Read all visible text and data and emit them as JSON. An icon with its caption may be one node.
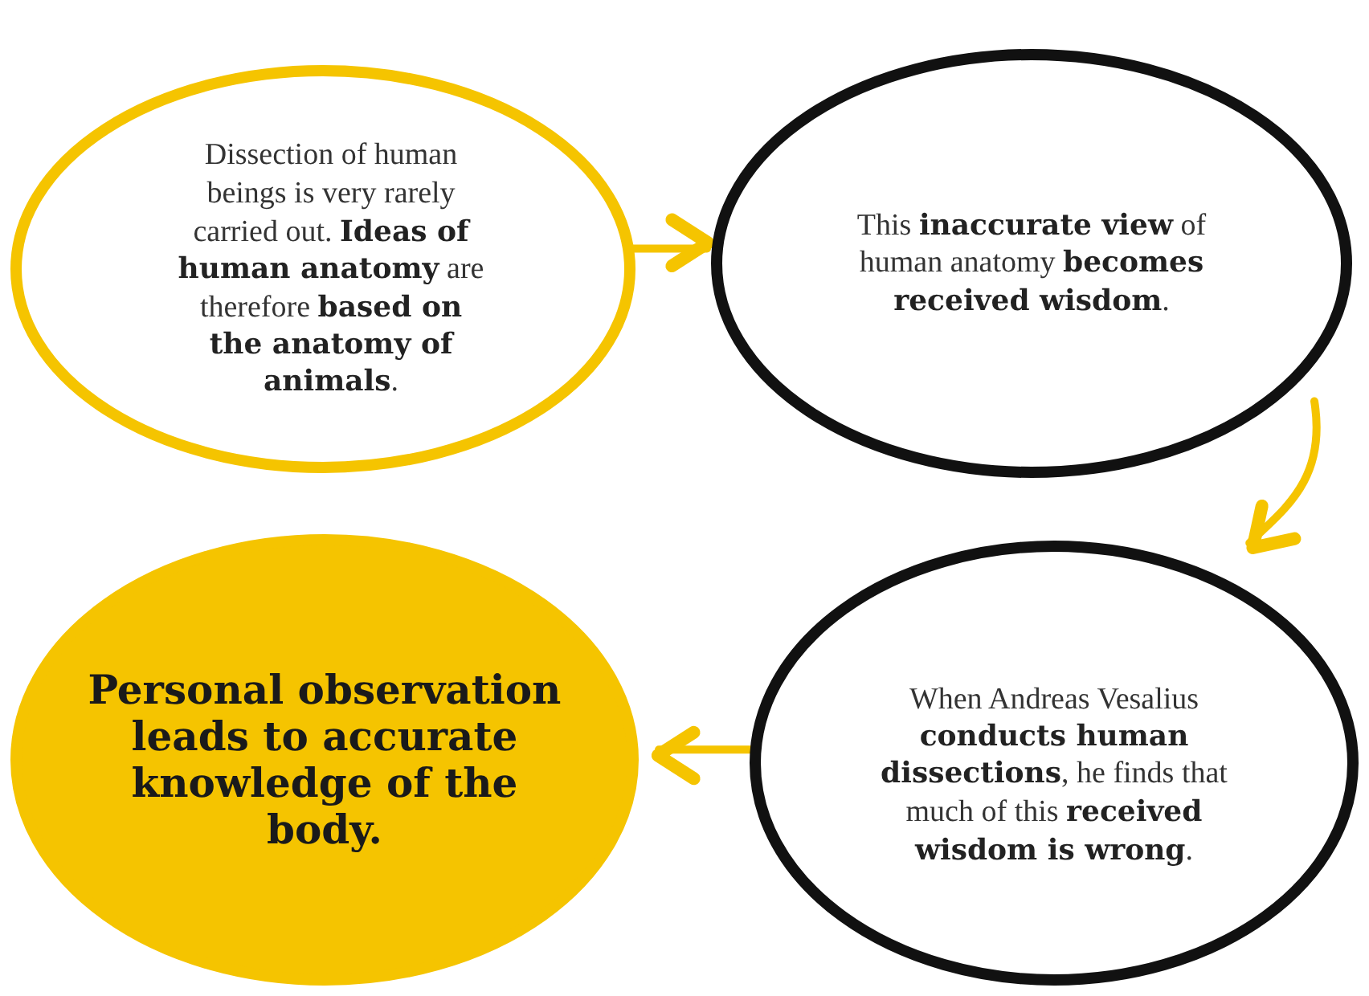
{
  "diagram": {
    "nodes": [
      {
        "text": [
          "Dissection of human beings is very rarely carried out. **Ideas of human anatomy** are therefore **based on the anatomy of animals**."
        ]
      },
      {
        "text": [
          "This **inaccurate view** of human anatomy **becomes received wisdom**."
        ]
      },
      {
        "text": [
          "When Andreas Vesalius **conducts human dissections**, he finds that much of this **received wisdom is wrong**."
        ]
      },
      {
        "text": [
          "Personal observation leads to accurate knowledge of the body."
        ]
      }
    ],
    "edges": [
      {
        "from": 0,
        "to": 1,
        "arrow": "to"
      },
      {
        "from": 1,
        "to": 2,
        "arrow": "to"
      },
      {
        "from": 2,
        "to": 3,
        "arrow": "to"
      }
    ]
  }
}
